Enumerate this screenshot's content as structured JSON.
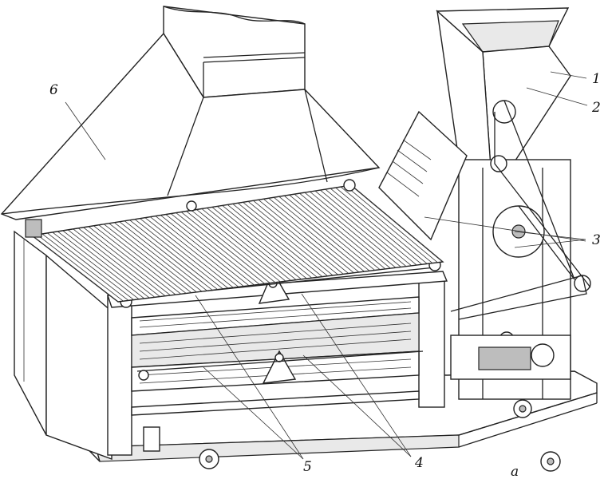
{
  "figure": {
    "callouts": [
      {
        "id": "c1",
        "text": "1"
      },
      {
        "id": "c2",
        "text": "2"
      },
      {
        "id": "c3",
        "text": "3"
      },
      {
        "id": "c4",
        "text": "4"
      },
      {
        "id": "c5",
        "text": "5"
      },
      {
        "id": "c6",
        "text": "6"
      }
    ],
    "panel_letter": "a"
  }
}
